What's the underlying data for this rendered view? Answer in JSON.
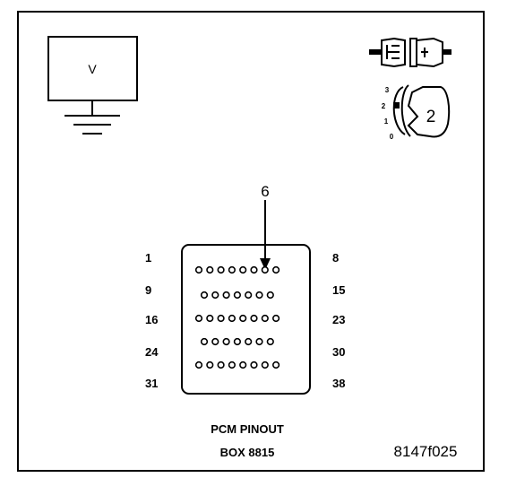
{
  "voltmeter": {
    "label": "V"
  },
  "key_switch": {
    "positions": [
      "3",
      "2",
      "1",
      "0"
    ],
    "selected": "2"
  },
  "pointer": {
    "pin": "6"
  },
  "connector": {
    "rows": [
      {
        "start": "1",
        "end": "8",
        "pins": 8
      },
      {
        "start": "9",
        "end": "15",
        "pins": 7
      },
      {
        "start": "16",
        "end": "23",
        "pins": 8
      },
      {
        "start": "24",
        "end": "30",
        "pins": 7
      },
      {
        "start": "31",
        "end": "38",
        "pins": 8
      }
    ],
    "highlight_pin": 6
  },
  "caption": {
    "line1": "PCM PINOUT",
    "line2": "BOX 8815"
  },
  "figure_code": "8147f025"
}
